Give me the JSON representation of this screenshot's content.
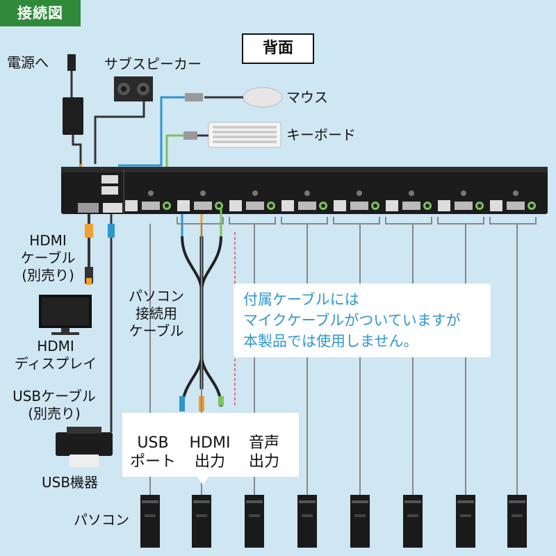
{
  "header": {
    "tag": "接続図",
    "title": "背面"
  },
  "labels": {
    "power": "電源へ",
    "subspeaker": "サブスピーカー",
    "mouse": "マウス",
    "keyboard": "キーボード",
    "hdmi_cable": [
      "HDMI",
      "ケーブル",
      "(別売り)"
    ],
    "hdmi_display": [
      "HDMI",
      "ディスプレイ"
    ],
    "usb_cable": [
      "USBケーブル",
      "(別売り)"
    ],
    "usb_device": "USB機器",
    "pc_cable": [
      "パソコン",
      "接続用",
      "ケーブル"
    ],
    "pc": "パソコン"
  },
  "note": [
    "付属ケーブルには",
    "マイクケーブルがついていますが",
    "本製品では使用しません。"
  ],
  "ports": {
    "usb": [
      "USB",
      "ポート"
    ],
    "hdmi": [
      "HDMI",
      "出力"
    ],
    "audio": [
      "音声",
      "出力"
    ]
  },
  "cable_colors": {
    "usb": "#2f95cf",
    "hdmi": "#f0a030",
    "audio": "#7cc35a",
    "mic": "#e56a6a",
    "power": "#e98a2a"
  }
}
